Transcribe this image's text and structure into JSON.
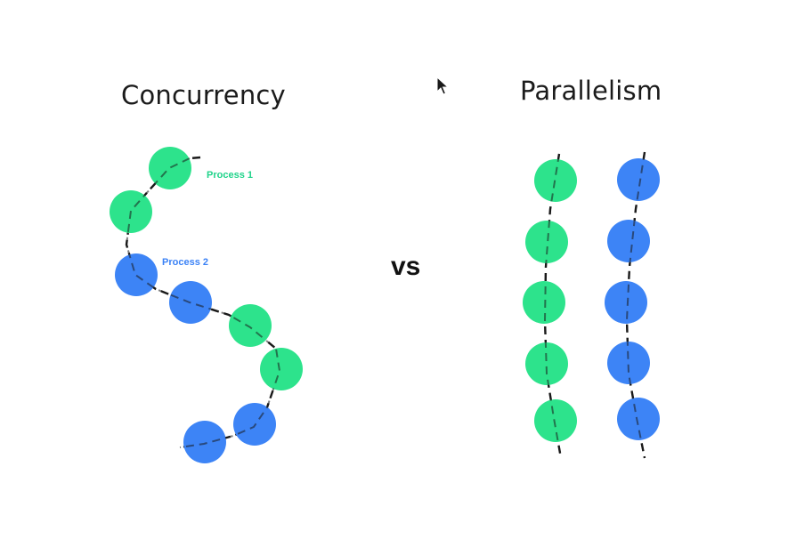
{
  "concurrency": {
    "title": "Concurrency",
    "process1_label": "Process 1",
    "process2_label": "Process 2"
  },
  "separator": {
    "text": "vs"
  },
  "parallelism": {
    "title": "Parallelism"
  },
  "colors": {
    "process1": "#2de38c",
    "process2": "#3d84f6",
    "process1_label": "#1fd38a",
    "process2_label": "#3b82f6",
    "thread_line": "#1a1a1a"
  }
}
